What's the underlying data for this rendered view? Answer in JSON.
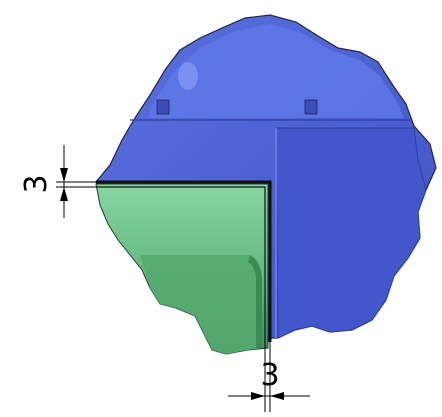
{
  "figure": {
    "dimensions": [
      {
        "id": "top-gap",
        "value": "3"
      },
      {
        "id": "vertical-gap",
        "value": "3"
      }
    ],
    "colors": {
      "background": "#ffffff",
      "blue_main": "#4a5fd6",
      "blue_dark": "#3f53c7",
      "blue_light": "#6f86ea",
      "green_light": "#7fcf98",
      "green_dark": "#3e9a5a",
      "green_mid": "#5fb57a",
      "outline": "#1a1a2e",
      "line_black": "#111111",
      "dim_line": "#000000"
    }
  }
}
